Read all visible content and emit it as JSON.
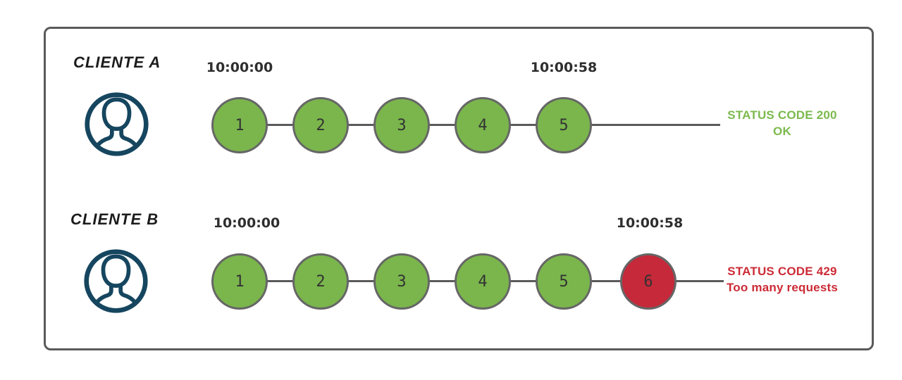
{
  "clients": [
    {
      "label": "CLIENTE A",
      "start_time": "10:00:00",
      "end_time": "10:00:58",
      "requests": [
        "1",
        "2",
        "3",
        "4",
        "5"
      ],
      "status": {
        "line1": "STATUS CODE 200",
        "line2": "OK"
      }
    },
    {
      "label": "CLIENTE B",
      "start_time": "10:00:00",
      "end_time": "10:00:58",
      "requests": [
        "1",
        "2",
        "3",
        "4",
        "5",
        "6"
      ],
      "status": {
        "line1": "STATUS CODE 429",
        "line2": "Too many requests"
      }
    }
  ],
  "colors": {
    "green_fill": "#7ab64c",
    "green_text": "#7cb94e",
    "red_fill": "#c5293a",
    "red_text": "#cc2b36",
    "navy": "#16465f",
    "line_gray": "#5a5a5a",
    "circle_border": "#666666",
    "label_color": "#1c1c1c",
    "timestamp_color": "#2e2e2e",
    "number_color": "#333333"
  }
}
